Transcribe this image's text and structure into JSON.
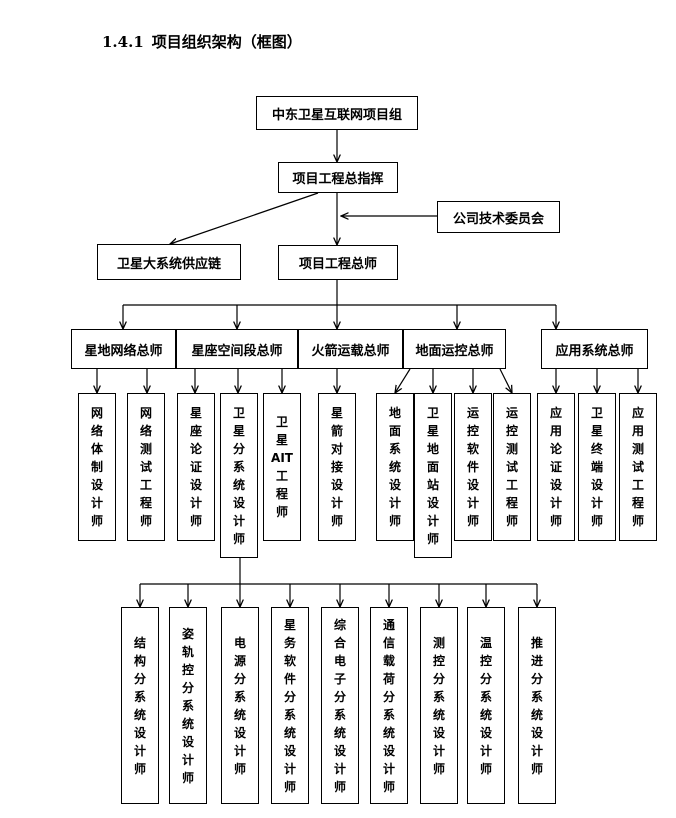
{
  "heading": {
    "number": "1.4.1",
    "title": "项目组织架构（框图）"
  },
  "top_nodes": [
    {
      "id": "group",
      "label": "中东卫星互联网项目组"
    },
    {
      "id": "commander",
      "label": "项目工程总指挥"
    },
    {
      "id": "committee",
      "label": "公司技术委员会"
    },
    {
      "id": "supply",
      "label": "卫星大系统供应链"
    },
    {
      "id": "chief",
      "label": "项目工程总师"
    }
  ],
  "level2": [
    {
      "id": "ground-net",
      "label": "星地网络总师"
    },
    {
      "id": "space",
      "label": "星座空间段总师"
    },
    {
      "id": "rocket",
      "label": "火箭运载总师"
    },
    {
      "id": "ground-ops",
      "label": "地面运控总师"
    },
    {
      "id": "app",
      "label": "应用系统总师"
    }
  ],
  "level3": [
    {
      "id": "net-arch",
      "chars": [
        "网",
        "络",
        "体",
        "制",
        "设",
        "计",
        "师"
      ]
    },
    {
      "id": "net-test",
      "chars": [
        "网",
        "络",
        "测",
        "试",
        "工",
        "程",
        "师"
      ]
    },
    {
      "id": "const-demo",
      "chars": [
        "星",
        "座",
        "论",
        "证",
        "设",
        "计",
        "师"
      ]
    },
    {
      "id": "sat-sys",
      "chars": [
        "卫",
        "星",
        "分",
        "系",
        "统",
        "设",
        "计",
        "师"
      ]
    },
    {
      "id": "sat-ait",
      "chars": [
        "卫",
        "星",
        "AIT",
        "工",
        "程",
        "师"
      ]
    },
    {
      "id": "rocket-iface",
      "chars": [
        "星",
        "箭",
        "对",
        "接",
        "设",
        "计",
        "师"
      ]
    },
    {
      "id": "ground-sys",
      "chars": [
        "地",
        "面",
        "系",
        "统",
        "设",
        "计",
        "师"
      ]
    },
    {
      "id": "ground-station",
      "chars": [
        "卫",
        "星",
        "地",
        "面",
        "站",
        "设",
        "计",
        "师"
      ]
    },
    {
      "id": "ops-sw",
      "chars": [
        "运",
        "控",
        "软",
        "件",
        "设",
        "计",
        "师"
      ]
    },
    {
      "id": "ops-test",
      "chars": [
        "运",
        "控",
        "测",
        "试",
        "工",
        "程",
        "师"
      ]
    },
    {
      "id": "app-demo",
      "chars": [
        "应",
        "用",
        "论",
        "证",
        "设",
        "计",
        "师"
      ]
    },
    {
      "id": "terminal",
      "chars": [
        "卫",
        "星",
        "终",
        "端",
        "设",
        "计",
        "师"
      ]
    },
    {
      "id": "app-test",
      "chars": [
        "应",
        "用",
        "测",
        "试",
        "工",
        "程",
        "师"
      ]
    }
  ],
  "level4": [
    {
      "id": "structure",
      "chars": [
        "结",
        "构",
        "分",
        "系",
        "统",
        "设",
        "计",
        "师"
      ]
    },
    {
      "id": "attitude",
      "chars": [
        "姿",
        "轨",
        "控",
        "分",
        "系",
        "统",
        "设",
        "计",
        "师"
      ]
    },
    {
      "id": "power",
      "chars": [
        "电",
        "源",
        "分",
        "系",
        "统",
        "设",
        "计",
        "师"
      ]
    },
    {
      "id": "housekeeping-sw",
      "chars": [
        "星",
        "务",
        "软",
        "件",
        "分",
        "系",
        "统",
        "设",
        "计",
        "师"
      ]
    },
    {
      "id": "avionics",
      "chars": [
        "综",
        "合",
        "电",
        "子",
        "分",
        "系",
        "统",
        "设",
        "计",
        "师"
      ]
    },
    {
      "id": "payload",
      "chars": [
        "通",
        "信",
        "载",
        "荷",
        "分",
        "系",
        "统",
        "设",
        "计",
        "师"
      ]
    },
    {
      "id": "ttc",
      "chars": [
        "测",
        "控",
        "分",
        "系",
        "统",
        "设",
        "计",
        "师"
      ]
    },
    {
      "id": "thermal",
      "chars": [
        "温",
        "控",
        "分",
        "系",
        "统",
        "设",
        "计",
        "师"
      ]
    },
    {
      "id": "propulsion",
      "chars": [
        "推",
        "进",
        "分",
        "系",
        "统",
        "设",
        "计",
        "师"
      ]
    }
  ]
}
